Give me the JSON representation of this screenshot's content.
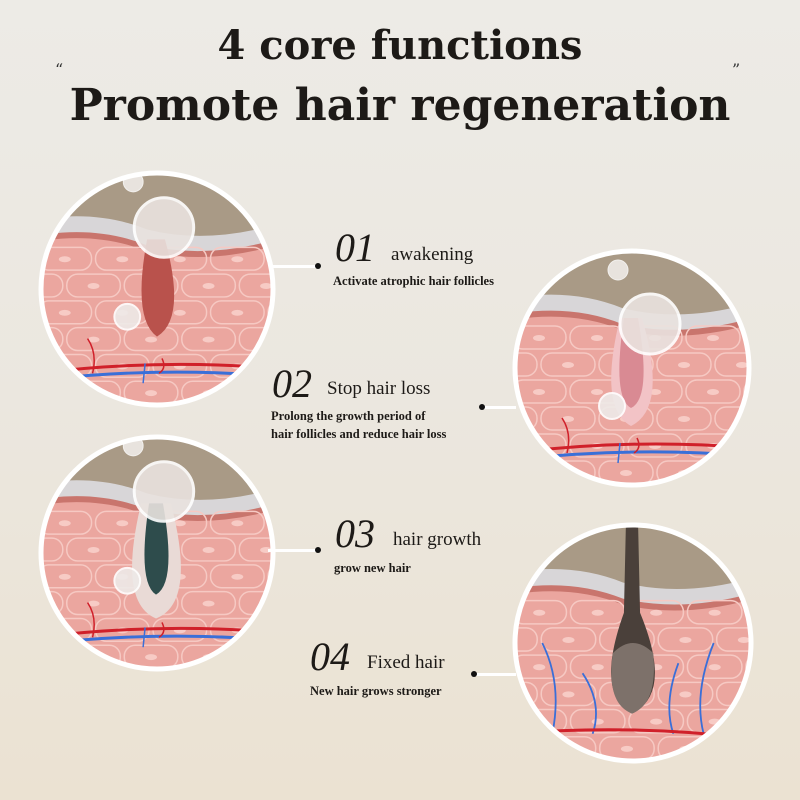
{
  "header": {
    "title_line1": "4 core functions",
    "title_line2": "Promote hair regeneration",
    "quote_open": "“",
    "quote_close": "”"
  },
  "functions": [
    {
      "number": "01",
      "heading": "awakening",
      "lines": [
        "Activate atrophic hair follicles"
      ]
    },
    {
      "number": "02",
      "heading": "Stop hair loss",
      "lines": [
        "Prolong the growth period of",
        "hair follicles and reduce hair loss"
      ]
    },
    {
      "number": "03",
      "heading": "hair growth",
      "lines": [
        "grow new hair"
      ]
    },
    {
      "number": "04",
      "heading": "Fixed hair",
      "lines": [
        "New hair grows stronger"
      ]
    }
  ],
  "colors": {
    "skin": "#eba69f",
    "dermis": "#f0b3ac",
    "sky": "#a99a86",
    "epidermis": "#d8d6d8",
    "vein": "#d0202a",
    "artery": "#3a6fd8"
  }
}
